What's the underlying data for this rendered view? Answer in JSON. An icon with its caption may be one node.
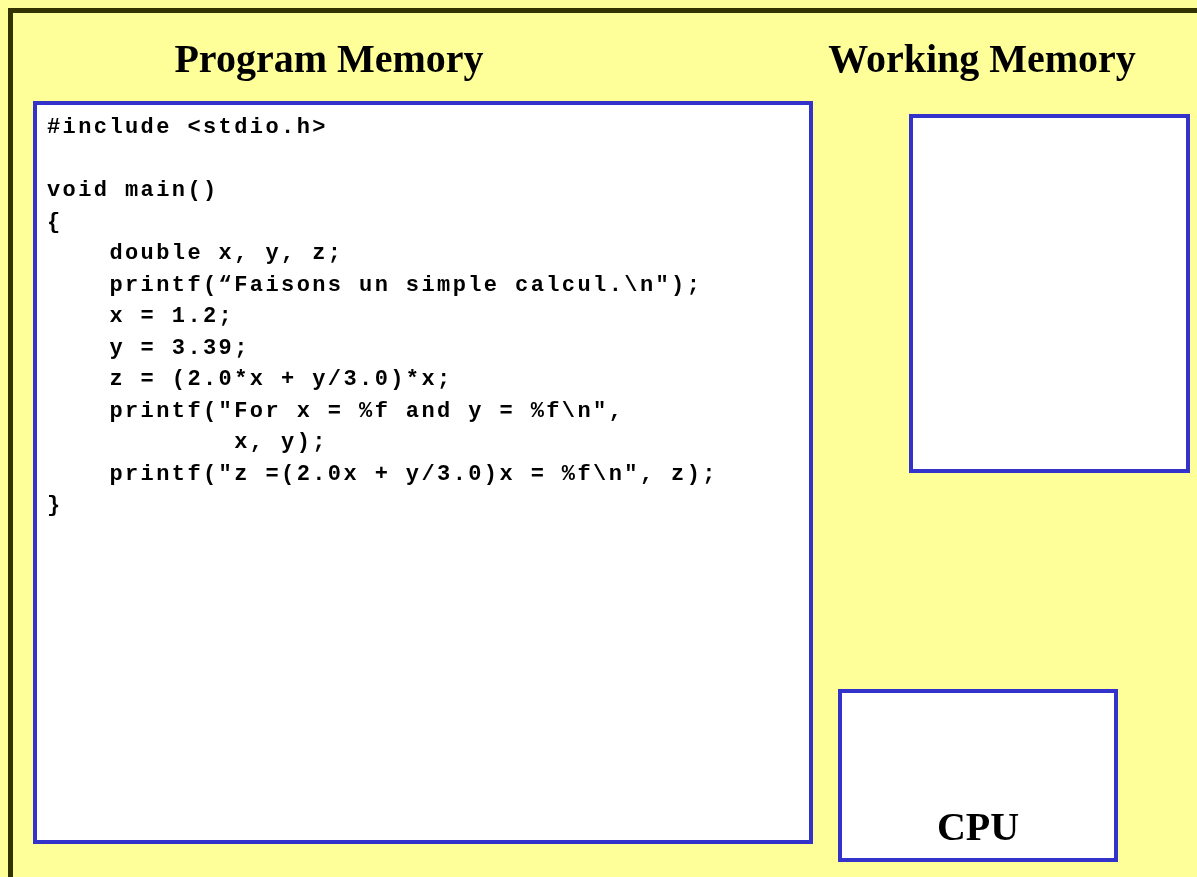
{
  "diagram": {
    "nodes": [
      {
        "text": [
          "Program Memory",
          "#include <stdio.h>",
          "void main()",
          "{",
          "    double x, y, z;",
          "    printf(“Faisons un simple calcul.\\n\");",
          "    x = 1.2;",
          "    y = 3.39;",
          "    z = (2.0*x + y/3.0)*x;",
          "    printf(\"For x = %f and y = %f\\n\",",
          "            x, y);",
          "    printf(\"z =(2.0x + y/3.0)x = %f\\n\", z);",
          "}"
        ]
      },
      {
        "text": [
          "Working Memory"
        ]
      },
      {
        "text": [
          "CPU"
        ]
      }
    ]
  }
}
